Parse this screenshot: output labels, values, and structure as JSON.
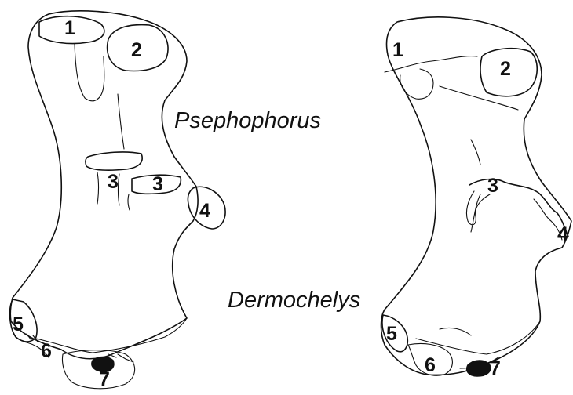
{
  "specimens": [
    {
      "name": "Psephophorus",
      "labels": [
        "1",
        "2",
        "3",
        "3",
        "4",
        "5",
        "6",
        "7"
      ]
    },
    {
      "name": "Dermochelys",
      "labels": [
        "1",
        "2",
        "3",
        "4",
        "5",
        "6",
        "7"
      ]
    }
  ]
}
